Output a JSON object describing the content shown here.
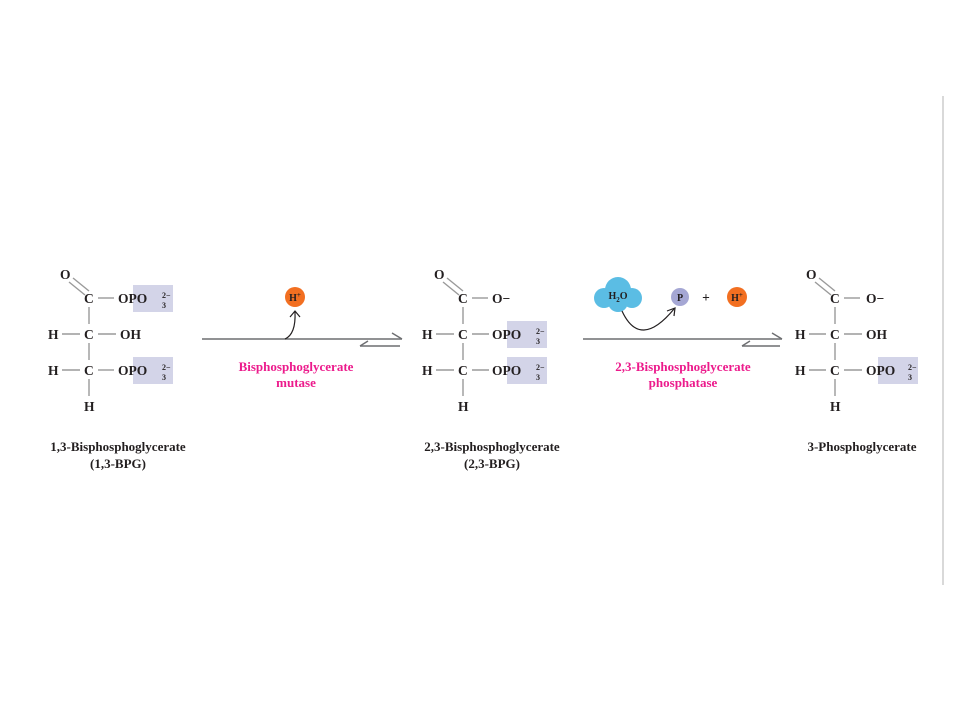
{
  "colors": {
    "enzyme_text": "#ec1b8c",
    "proton_fill": "#f26f21",
    "water_fill": "#5bbde4",
    "phosphate_fill": "#a5a7d4",
    "highlight_box": "#d3d4e8",
    "right_border": "#d9d9d9"
  },
  "atoms": {
    "O": "O",
    "C": "C",
    "H": "H",
    "OH": "OH",
    "O_minus": "O−",
    "dash": "—",
    "opo3": "OPO",
    "sub3": "3",
    "sup2minus": "2−"
  },
  "molecules": {
    "m1": {
      "name": "1,3-Bisphosphoglycerate",
      "abbr": "(1,3-BPG)"
    },
    "m2": {
      "name": "2,3-Bisphosphoglycerate",
      "abbr": "(2,3-BPG)"
    },
    "m3": {
      "name": "3-Phosphoglycerate",
      "abbr": ""
    }
  },
  "reactions": {
    "r1": {
      "enzyme_line1": "Bisphosphoglycerate",
      "enzyme_line2": "mutase",
      "released": "H",
      "released_charge": "+"
    },
    "r2": {
      "enzyme_line1": "2,3-Bisphosphoglycerate",
      "enzyme_line2": "phosphatase",
      "water_h": "H",
      "water_sub": "2",
      "water_o": "O",
      "product_p": "P",
      "plus": "+",
      "released": "H",
      "released_charge": "+"
    }
  }
}
